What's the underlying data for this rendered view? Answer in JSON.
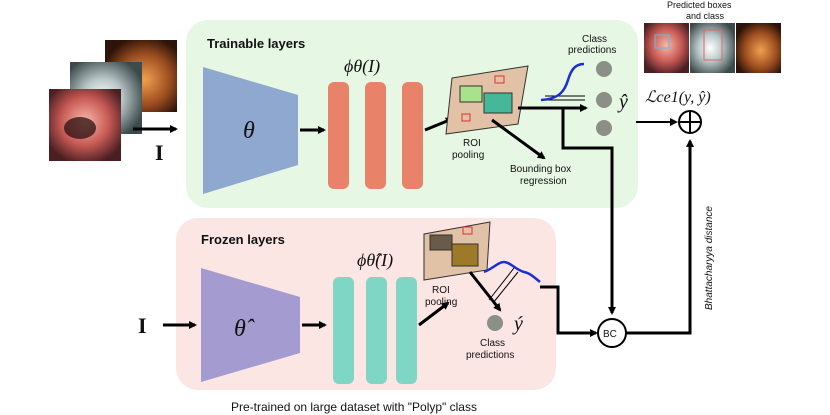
{
  "trainable": {
    "title": "Trainable layers",
    "encoder_symbol": "θ",
    "feature_label": "ϕθ(I)",
    "roi_label_1": "ROI",
    "roi_label_2": "pooling",
    "bbox_label_1": "Bounding box",
    "bbox_label_2": "regression",
    "class_pred_1": "Class",
    "class_pred_2": "predictions",
    "output_symbol": "ŷ"
  },
  "frozen": {
    "title": "Frozen layers",
    "encoder_symbol": "θ̂",
    "feature_label": "ϕθ̂(I)",
    "roi_label_1": "ROI",
    "roi_label_2": "pooling",
    "class_pred_1": "Class",
    "class_pred_2": "predictions",
    "output_symbol": "ý"
  },
  "input_symbol": "I",
  "predicted_boxes_1": "Predicted boxes",
  "predicted_boxes_2": "and class",
  "loss_label": "ℒce1(y, ŷ)",
  "sum_symbol": "⊕",
  "bc_label": "BC",
  "bhattacharyya_label": "Bhattacharyya distance",
  "caption": "Pre-trained on large dataset with \"Polyp\" class",
  "colors": {
    "trainable_bg": "#e6f7e3",
    "frozen_bg": "#fbe6e4",
    "trainable_encoder": "#8fa8cf",
    "frozen_encoder": "#a49bd0",
    "trainable_feature": "#e8836a",
    "frozen_feature": "#7fd6c4",
    "roi_box": "#e2c2a6",
    "curve": "#1a2fd6",
    "dot": "#8b8f87"
  }
}
